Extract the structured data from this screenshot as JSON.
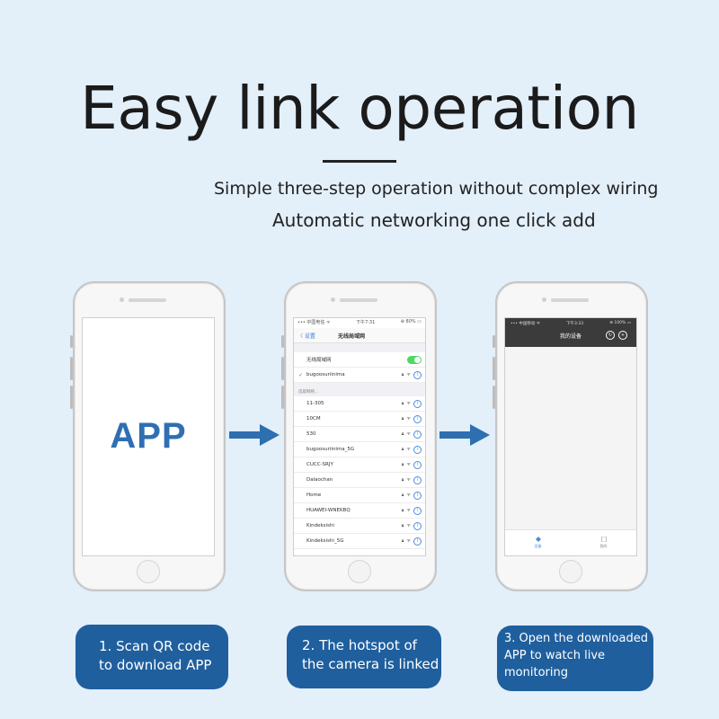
{
  "header": {
    "title": "Easy link operation",
    "subtitle_line1": "Simple three-step operation without complex wiring",
    "subtitle_line2": "Automatic networking one click add"
  },
  "phone1": {
    "app_label": "APP"
  },
  "phone2": {
    "status_left": "••• 中国电信 ᯤ",
    "status_center": "下午7:31",
    "status_right": "⊕ 80% ▭",
    "back_label": "〈 设置",
    "nav_title": "无线局域网",
    "wifi_toggle_label": "无线局域网",
    "connected_network": "bugoosuriinima",
    "section_label": "选取网络...",
    "networks": [
      "11-305",
      "10CM",
      "530",
      "bugoosuriinima_5G",
      "CUCC-SRJY",
      "Dalaochan",
      "Home",
      "HUAWEI-WNEKBQ",
      "Kindeksishi",
      "Kindeksishi_5G"
    ]
  },
  "phone3": {
    "status_left": "••• 中国移动 ᯤ",
    "status_center": "下午3:33",
    "status_right": "⊕ 100% ▭",
    "title": "我的设备",
    "tab1_label": "设备",
    "tab2_label": "我的"
  },
  "steps": [
    {
      "text": "1. Scan QR code\nto download APP"
    },
    {
      "text": "2. The hotspot of\nthe camera is linked"
    },
    {
      "text": "3. Open the downloaded\nAPP to watch live\nmonitoring"
    }
  ],
  "colors": {
    "background": "#e3eff9",
    "accent": "#1f5f9e",
    "app_text": "#2f6fb2",
    "arrow": "#2e6fb0",
    "toggle_on": "#4cd964"
  }
}
